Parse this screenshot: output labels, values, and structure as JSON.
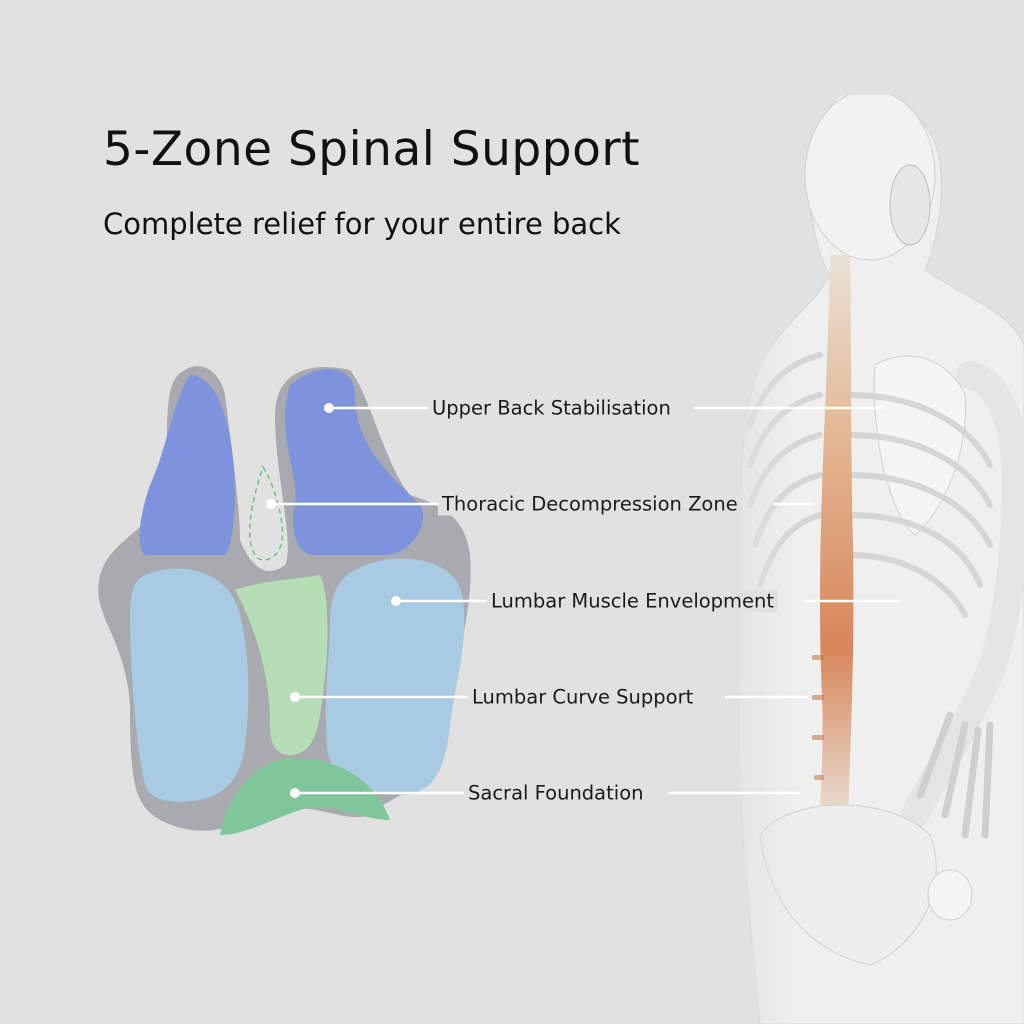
{
  "header": {
    "title": "5-Zone Spinal Support",
    "subtitle": "Complete relief for your entire back"
  },
  "zones": [
    {
      "label": "Upper Back Stabilisation",
      "color": "#7f93dc"
    },
    {
      "label": "Thoracic Decompression Zone",
      "color": "#88d38e"
    },
    {
      "label": "Lumbar Muscle Envelopment",
      "color": "#a8cbe3"
    },
    {
      "label": "Lumbar Curve Support",
      "color": "#b5deb6"
    },
    {
      "label": "Sacral Foundation",
      "color": "#7fc79a"
    }
  ],
  "colors": {
    "background": "#e1e1e1",
    "cushion_base": "#a9aab0",
    "spine_highlight": "#d8865a",
    "leader_line": "#ffffff"
  }
}
